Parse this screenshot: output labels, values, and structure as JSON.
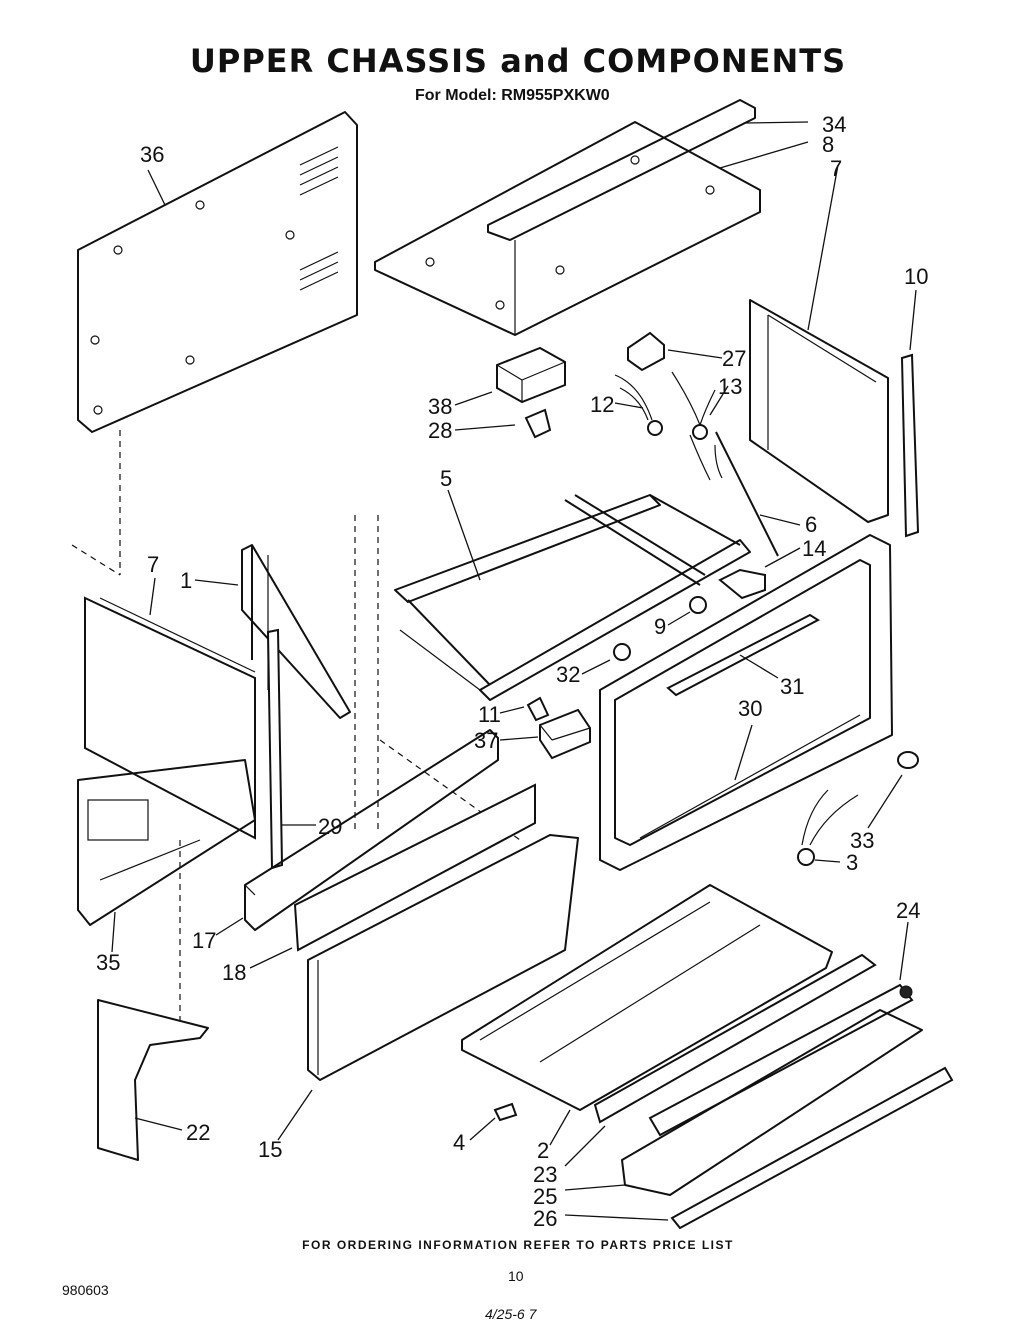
{
  "title": "UPPER CHASSIS and COMPONENTS",
  "subtitle": "For Model: RM955PXKW0",
  "footer": "FOR ORDERING INFORMATION REFER TO PARTS PRICE LIST",
  "document_number": "980603",
  "page_number": "10",
  "handwriting": "4/25-6  7",
  "callouts": [
    "34",
    "8",
    "7",
    "36",
    "10",
    "27",
    "13",
    "12",
    "38",
    "28",
    "5",
    "6",
    "14",
    "7",
    "1",
    "9",
    "32",
    "31",
    "11",
    "37",
    "30",
    "33",
    "3",
    "29",
    "17",
    "18",
    "35",
    "24",
    "22",
    "15",
    "4",
    "2",
    "23",
    "25",
    "26"
  ]
}
